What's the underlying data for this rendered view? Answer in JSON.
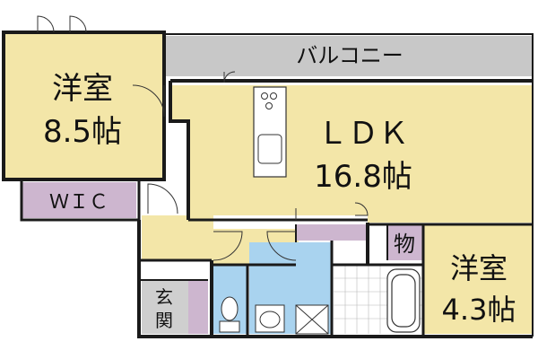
{
  "rooms": {
    "western_room_large": {
      "name": "洋室",
      "size": "8.5帖"
    },
    "ldk": {
      "name": "ＬＤＫ",
      "size": "16.8帖"
    },
    "western_room_small": {
      "name": "洋室",
      "size": "4.3帖"
    },
    "balcony": {
      "name": "バルコニー"
    },
    "wic": {
      "name": "ＷＩＣ"
    },
    "storage": {
      "name": "物"
    },
    "entrance": {
      "line1": "玄",
      "line2": "関"
    }
  },
  "colors": {
    "room": "#f3e6a8",
    "wic": "#cdb6cf",
    "storage": "#cdb6cf",
    "balcony": "#c8c8c8",
    "wet_area": "#a9d3ef",
    "entrance": "#cfcfcf",
    "wall": "#1a1a1a",
    "line": "#333333"
  }
}
